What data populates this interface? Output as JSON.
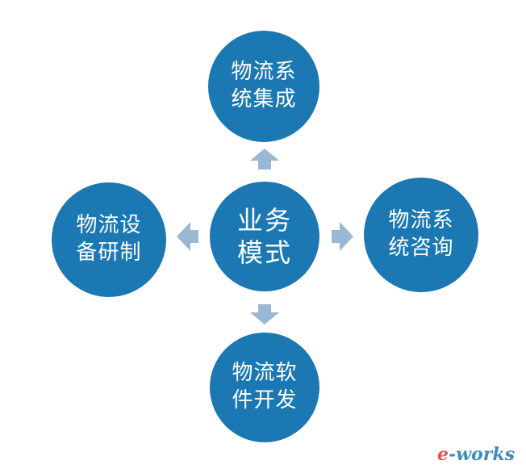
{
  "colors": {
    "node_fill": "#1b78b3",
    "arrow_fill": "#9ab7d3",
    "text": "#ffffff"
  },
  "center": {
    "line1": "业务",
    "line2": "模式"
  },
  "nodes": {
    "top": {
      "line1": "物流系",
      "line2": "统集成"
    },
    "left": {
      "line1": "物流设",
      "line2": "备研制"
    },
    "right": {
      "line1": "物流系",
      "line2": "统咨询"
    },
    "bottom": {
      "line1": "物流软",
      "line2": "件开发"
    }
  },
  "arrows": [
    "up",
    "left",
    "right",
    "down"
  ],
  "watermark": {
    "e": "e",
    "rest": "-works"
  }
}
